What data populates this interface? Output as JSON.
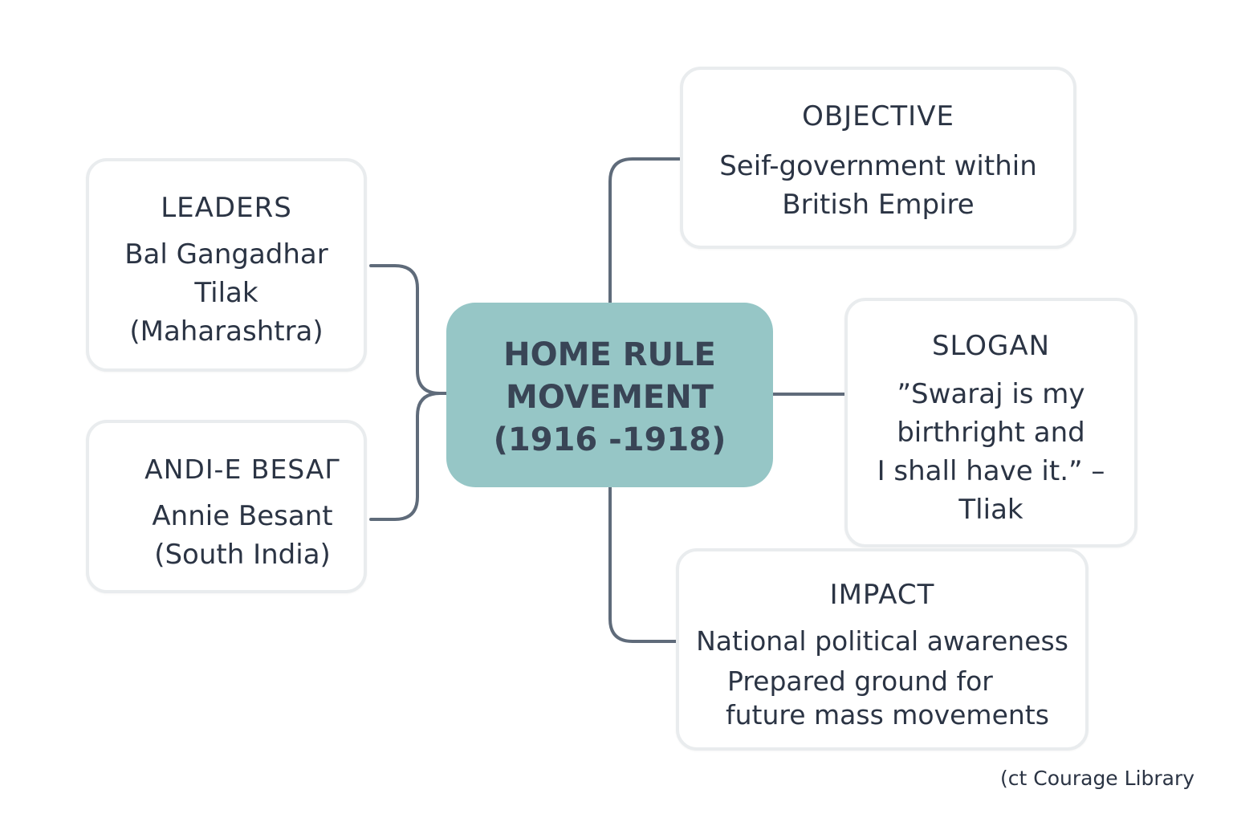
{
  "center": {
    "lines": [
      "HOME RULE",
      "MOVEMENT",
      "(1916 -1918)"
    ]
  },
  "leaders": {
    "heading": "LEADERS",
    "lines": [
      "Bal Gangadhar",
      "Tilak",
      "(Maharashtra)"
    ]
  },
  "besant": {
    "heading": "ANDI-E BESAΓ",
    "lines": [
      "Annie Besant",
      "(South India)"
    ]
  },
  "objective": {
    "heading": "OBJECTIVE",
    "lines": [
      "Seif-government within",
      "British Empire"
    ]
  },
  "slogan": {
    "heading": "SLOGAN",
    "lines": [
      "”Swaraj is my",
      "birthright and",
      "I shall have it.” –",
      "Tliak"
    ]
  },
  "impact": {
    "heading": "IMPACT",
    "lines": [
      "National political awareness",
      "Prepared ground for",
      "future mass movements"
    ]
  },
  "footer": {
    "credit": "(ct Courage Library"
  },
  "colors": {
    "center_fill": "#96c6c6",
    "connector": "#5f6b7a",
    "box_border": "#e9ecee",
    "text": "#2b3444"
  }
}
